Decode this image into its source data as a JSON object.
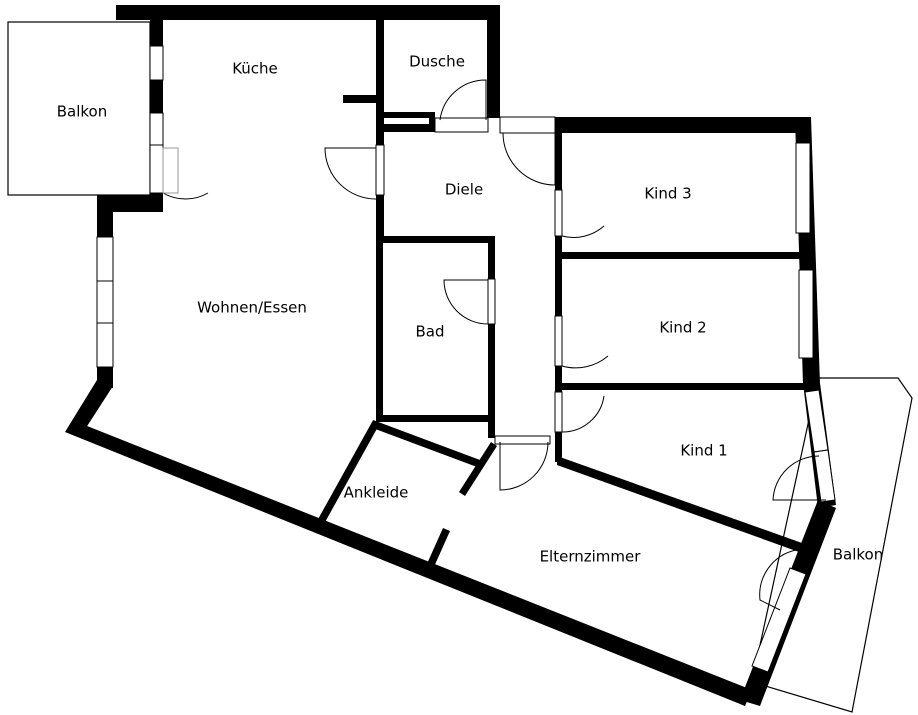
{
  "rooms": {
    "balkon_left": "Balkon",
    "kueche": "Küche",
    "dusche": "Dusche",
    "diele": "Diele",
    "kind3": "Kind 3",
    "wohnen_essen": "Wohnen/Essen",
    "bad": "Bad",
    "kind2": "Kind 2",
    "kind1": "Kind 1",
    "ankleide": "Ankleide",
    "elternzimmer": "Elternzimmer",
    "balkon_right": "Balkon"
  }
}
